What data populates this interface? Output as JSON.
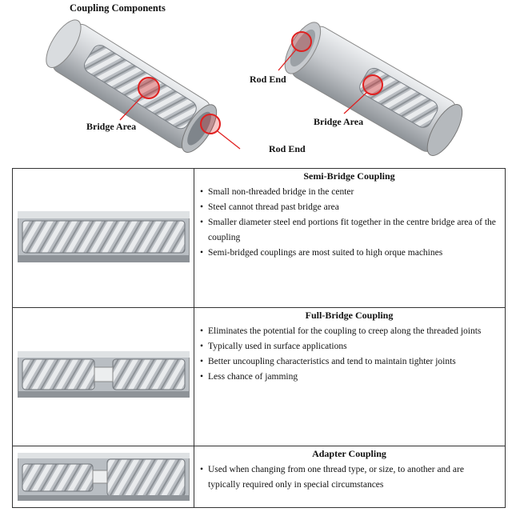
{
  "top": {
    "title": "Coupling Components",
    "labels": {
      "bridge_area_left": "Bridge Area",
      "rod_end_top": "Rod End",
      "bridge_area_right": "Bridge Area",
      "rod_end_bottom": "Rod End"
    }
  },
  "rows": [
    {
      "title": "Semi-Bridge Coupling",
      "bullets": [
        "Small non-threaded bridge in the center",
        "Steel cannot thread past bridge area",
        "Smaller diameter steel end portions fit together in the centre bridge area of the coupling",
        "Semi-bridged couplings are most suited to high orque machines"
      ]
    },
    {
      "title": "Full-Bridge Coupling",
      "bullets": [
        "Eliminates the potential for the coupling to creep along the threaded joints",
        "Typically used in surface applications",
        "Better uncoupling characteristics and tend to maintain tighter joints",
        "Less chance of jamming"
      ]
    },
    {
      "title": "Adapter Coupling",
      "bullets": [
        "Used when changing from one thread type, or size, to another and are typically required only in special circumstances"
      ]
    }
  ],
  "colors": {
    "callout": "#e02020",
    "metal": "#c9ccd0",
    "metal_dark": "#7d8288"
  }
}
